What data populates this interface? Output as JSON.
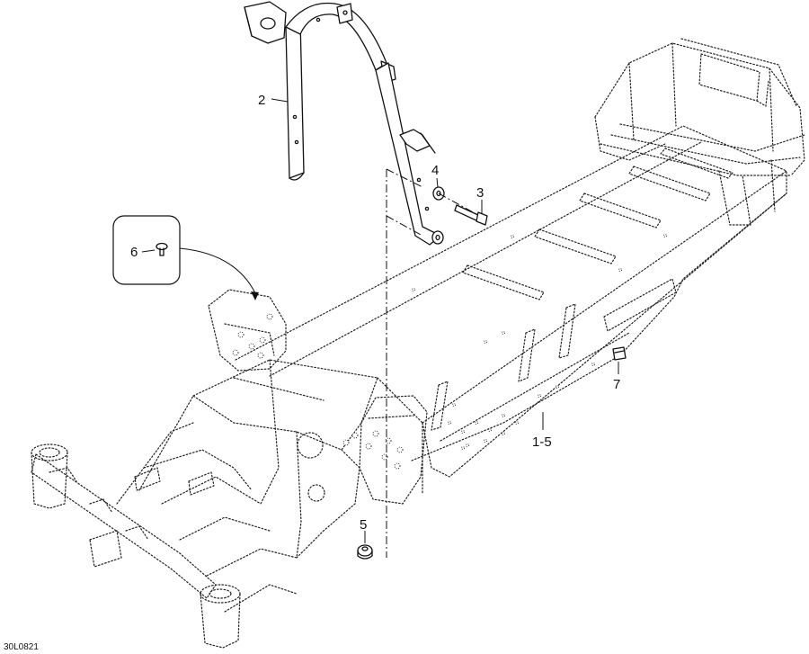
{
  "callouts": {
    "c1_5": "1-5",
    "c2": "2",
    "c3": "3",
    "c4": "4",
    "c5": "5",
    "c6": "6",
    "c7": "7"
  },
  "reference_code": "30L0821"
}
